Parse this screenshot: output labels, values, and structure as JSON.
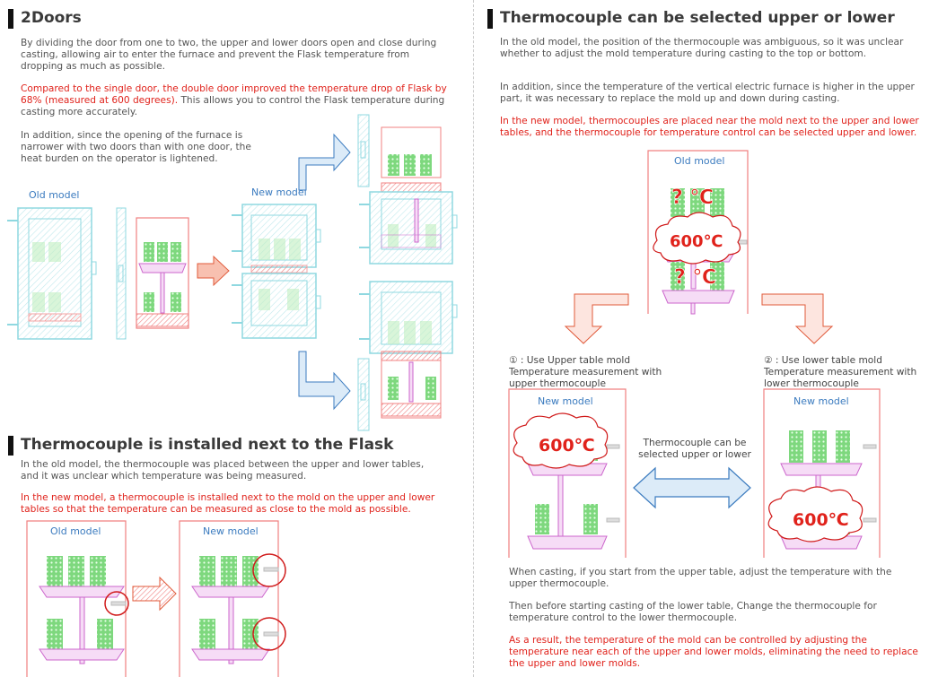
{
  "section_2doors": {
    "title": "2Doors",
    "p1": "By dividing the door from one to two, the upper and lower doors open and close during casting, allowing air to enter the furnace and prevent the Flask temperature from dropping as much as possible.",
    "p2_red": "Compared to the single door, the double door improved the temperature drop of Flask by 68% (measured at 600 degrees).",
    "p2_rest": " This allows you to control the Flask temperature during casting more accurately.",
    "p3": "In addition, since the opening of the furnace is narrower with two doors than with one door, the heat burden on the operator is lightened.",
    "old_model_label": "Old model",
    "new_model_label": "New model"
  },
  "section_installed": {
    "title": "Thermocouple is installed next to the Flask",
    "p1": "In the old model, the thermocouple was placed between the upper and lower tables, and it was unclear which temperature was being measured.",
    "p2_red": "In the new model, a thermocouple is installed next to the mold on the upper and lower tables so that the temperature can be measured as close to the mold as possible.",
    "old_model_label": "Old model",
    "new_model_label": "New model"
  },
  "section_selected": {
    "title": "Thermocouple can be selected upper or lower",
    "p1": "In the old model, the position of the thermocouple was ambiguous, so it was unclear whether to adjust the mold temperature during casting to the top or bottom.",
    "p2": "In addition, since the temperature of the vertical electric furnace is higher in the upper part, it was necessary to replace the mold up and down during casting.",
    "p3_red": "In the new model, thermocouples are placed near the mold next to the upper and lower tables, and the thermocouple for temperature control can be selected upper and lower.",
    "old_model_label": "Old model",
    "unknown_temp": "? ℃",
    "temp_600": "600℃",
    "option1_l1": "① : Use Upper table mold",
    "option1_l2": "Temperature measurement with",
    "option1_l3": "upper thermocouple",
    "option2_l1": "② : Use lower table mold",
    "option2_l2": "Temperature measurement with",
    "option2_l3": "lower thermocouple",
    "new_model_label": "New model",
    "selectable_l1": "Thermocouple can be",
    "selectable_l2": "selected upper or lower",
    "p4": "When casting, if you start from the upper table, adjust the temperature with the upper thermocouple.",
    "p5": "Then before starting casting of the lower table, Change the thermocouple for temperature control to the lower thermocouple.",
    "p6_red": "As a result, the temperature of the mold can be controlled by adjusting the temperature near each of the upper and lower molds, eliminating the need to replace the upper and lower molds."
  },
  "colors": {
    "accent_red": "#e0221b",
    "model_blue": "#3b7bbf",
    "furnace_cyan": "#8fd8e0",
    "mold_green": "#7ed87e",
    "table_magenta": "#cc66cc"
  }
}
